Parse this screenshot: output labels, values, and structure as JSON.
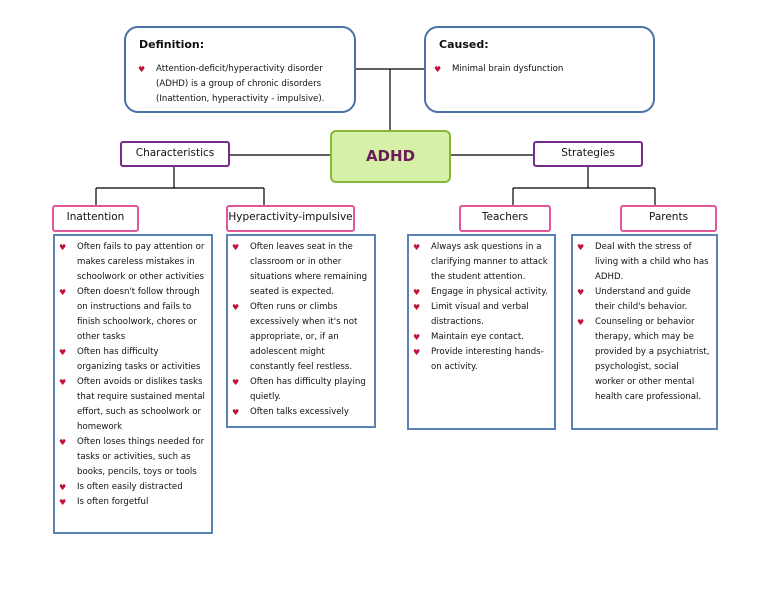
{
  "center": {
    "label": "ADHD"
  },
  "definition": {
    "title": "Definition:",
    "items": [
      "Attention-deficit/hyperactivity disorder (ADHD) is a group of chronic disorders (Inattention, hyperactivity - impulsive)."
    ]
  },
  "caused": {
    "title": "Caused:",
    "items": [
      "Minimal brain dysfunction"
    ]
  },
  "characteristics": {
    "label": "Characteristics"
  },
  "strategies": {
    "label": "Strategies"
  },
  "inattention": {
    "label": "Inattention",
    "items": [
      "Often fails to pay attention or makes careless mistakes in schoolwork or other activities",
      "Often doesn't follow through on instructions and fails to finish schoolwork, chores or other tasks",
      "Often has difficulty organizing tasks or activities",
      "Often avoids or dislikes tasks that require sustained mental effort, such as schoolwork or homework",
      "Often loses things needed for tasks or activities, such as books, pencils, toys or tools",
      "Is often easily distracted",
      "Is often forgetful"
    ]
  },
  "hyperactivity": {
    "label": "Hyperactivity-impulsive",
    "items": [
      "Often leaves seat in the classroom or in other situations where remaining seated is expected.",
      "Often runs or climbs excessively when it's not appropriate, or, if an adolescent might constantly feel restless.",
      "Often has difficulty playing quietly.",
      "Often talks excessively"
    ]
  },
  "teachers": {
    "label": "Teachers",
    "items": [
      "Always ask questions in a clarifying manner to attack the student attention.",
      "Engage in physical activity.",
      "Limit visual and verbal distractions.",
      "Maintain eye contact.",
      "Provide interesting hands-on activity."
    ]
  },
  "parents": {
    "label": "Parents",
    "items": [
      "Deal with the stress of living with a child who has ADHD.",
      "Understand and guide their child's behavior.",
      "Counseling or behavior therapy, which may be provided by a psychiatrist, psychologist, social worker or other mental health care professional."
    ]
  },
  "colors": {
    "purple": "#7a2c8e",
    "pink": "#e0579a",
    "blue": "#4a72a8",
    "green_fill": "#d6f0a8",
    "heart": "#c0143c"
  },
  "icons": {
    "bullet": "heart-icon"
  }
}
